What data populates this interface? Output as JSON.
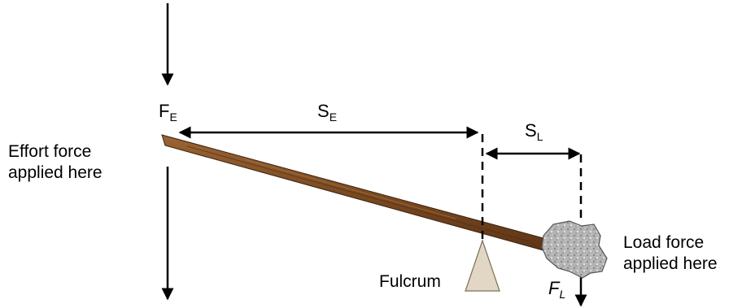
{
  "labels": {
    "effort_force_symbol": "F",
    "effort_force_sub": "E",
    "effort_distance_symbol": "S",
    "effort_distance_sub": "E",
    "load_distance_symbol": "S",
    "load_distance_sub": "L",
    "load_force_symbol": "F",
    "load_force_sub": "L",
    "effort_note_line1": "Effort force",
    "effort_note_line2": "applied here",
    "load_note_line1": "Load force",
    "load_note_line2": "applied here",
    "fulcrum": "Fulcrum"
  },
  "colors": {
    "lever": "#7a4a22",
    "lever_grain": "#4e2c12",
    "fulcrum_fill": "#e2d6c4",
    "rock": "#b8b8b8",
    "line": "#000000"
  }
}
